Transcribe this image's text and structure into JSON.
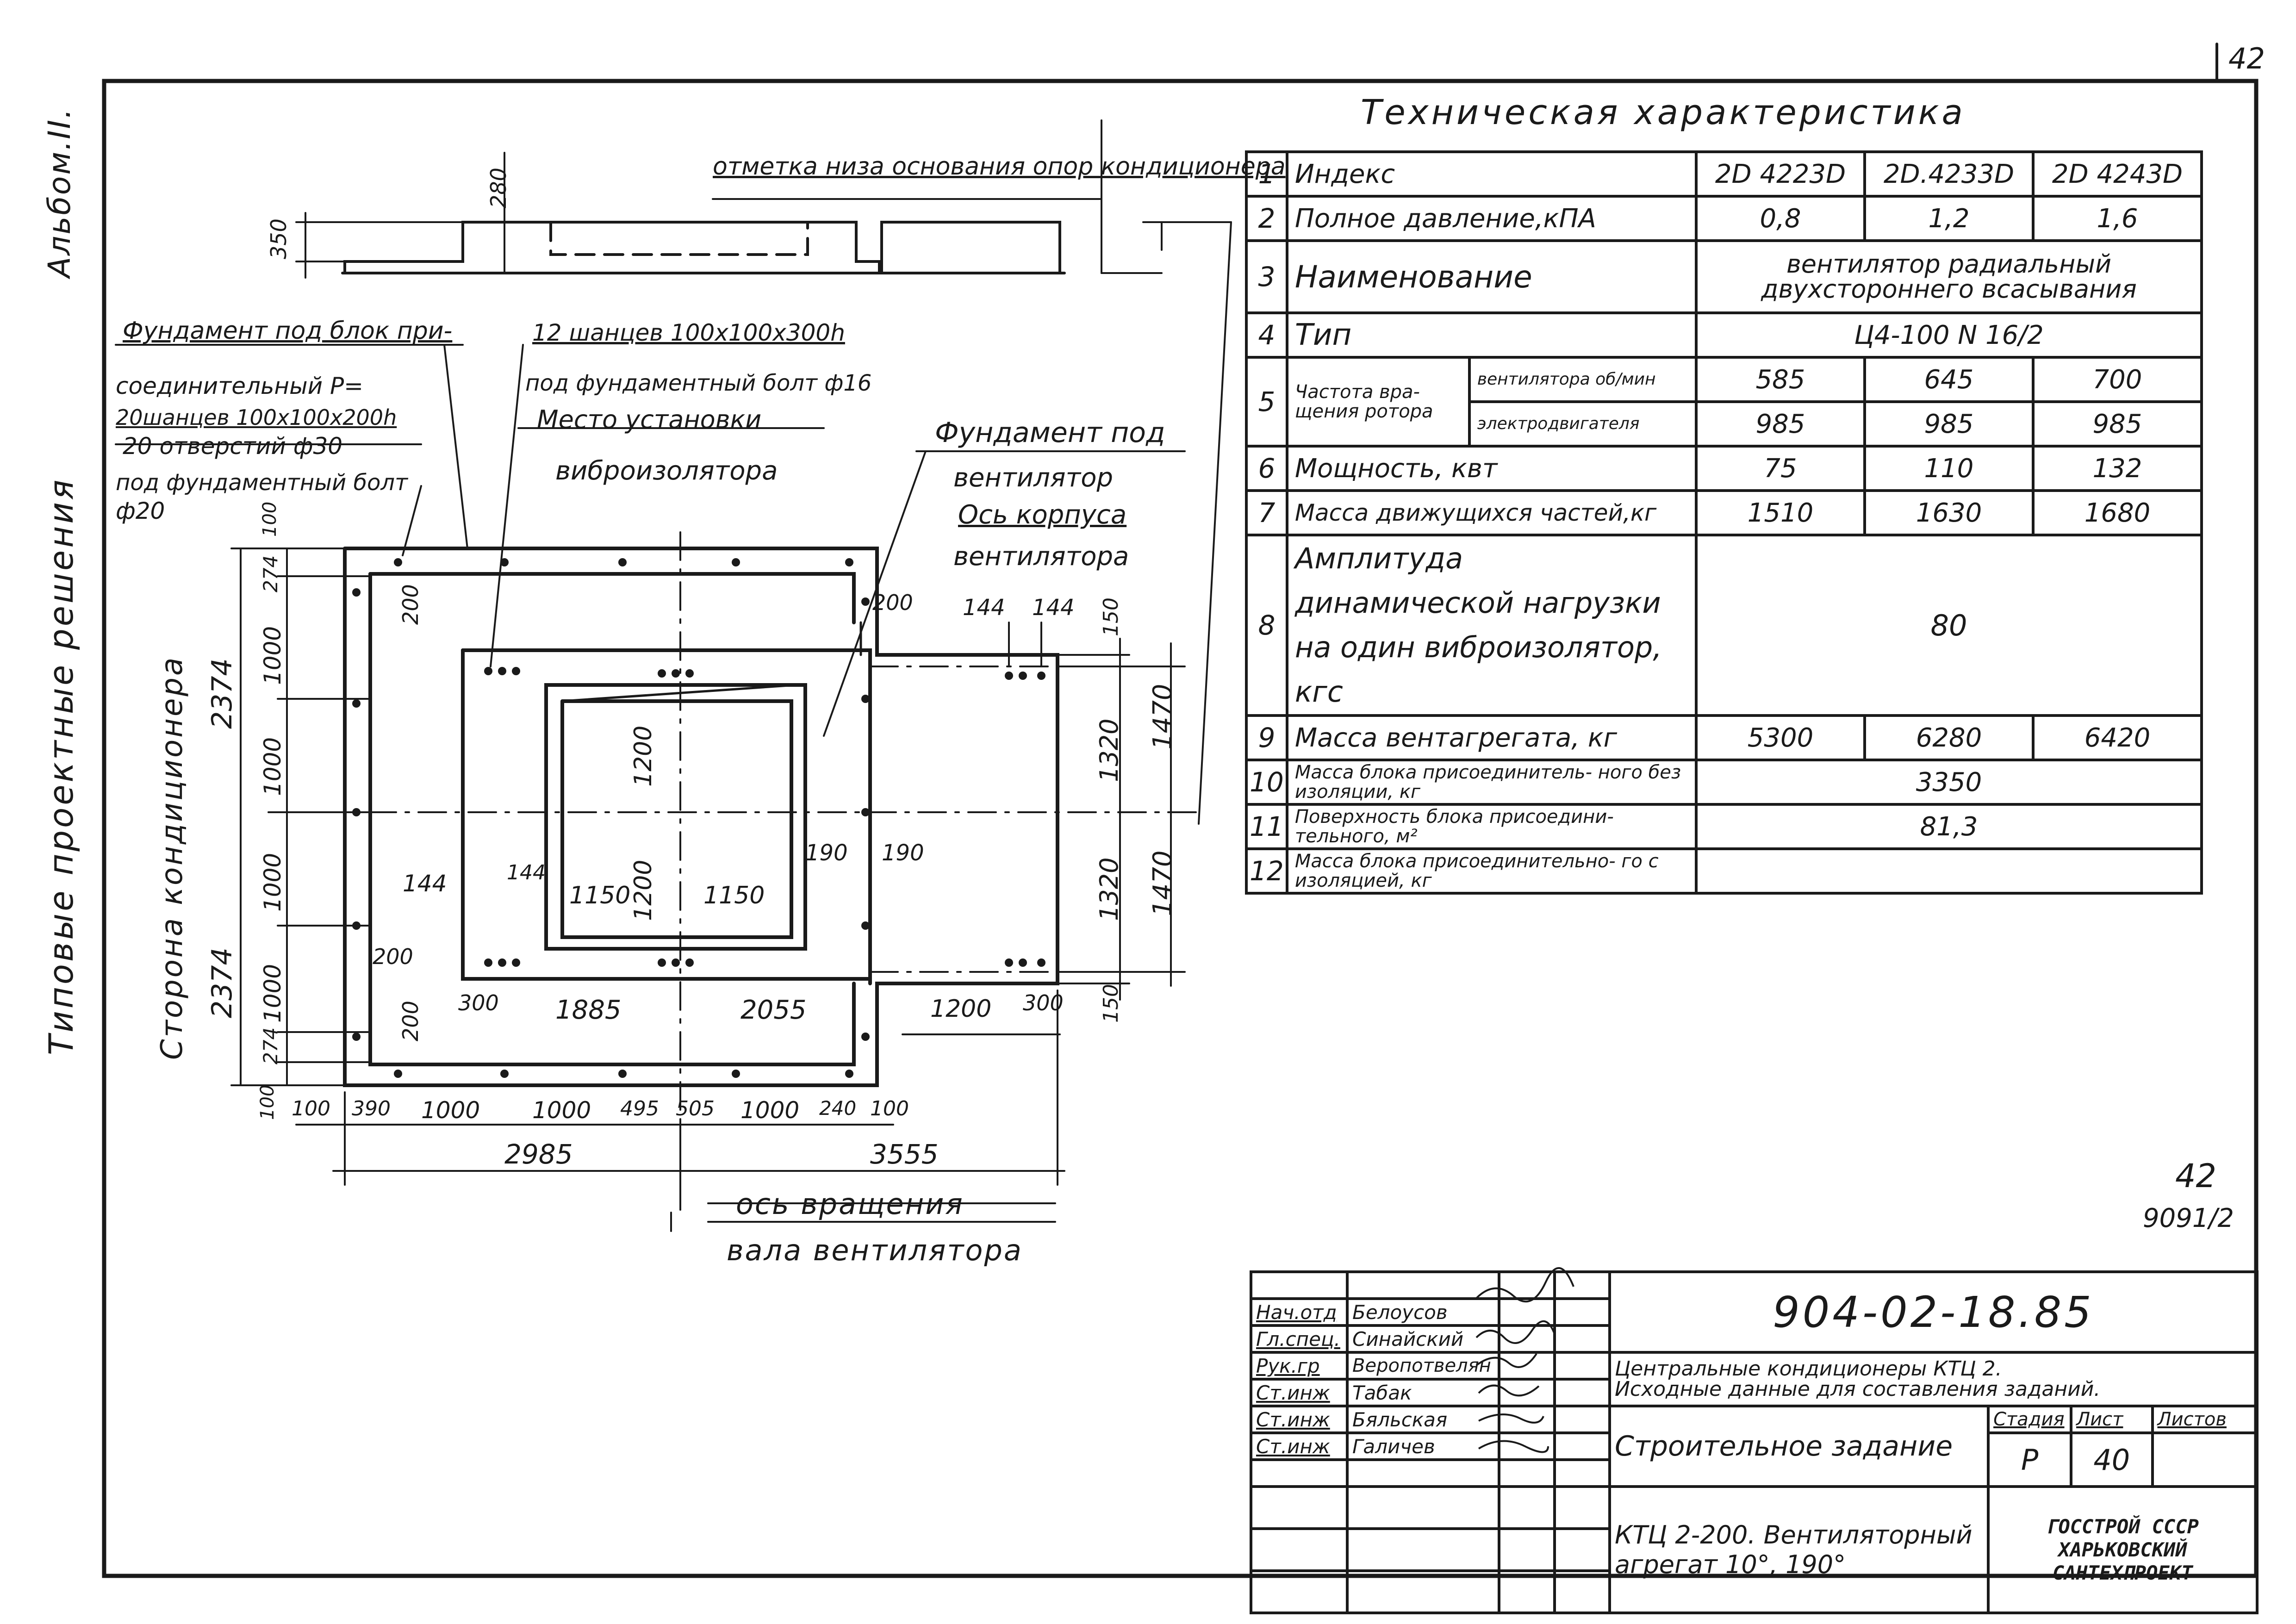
{
  "page_number": "42",
  "album": "Альбом.II.",
  "series": "Типовые проектные решения",
  "side_label": "Сторона кондиционера",
  "sheet_ref": {
    "num": "42",
    "code": "9091/2"
  },
  "tech": {
    "title": "Техническая характеристика",
    "rows": [
      {
        "n": "1",
        "name": "Индекс",
        "vals": [
          "2D 4223D",
          "2D.4233D",
          "2D 4243D"
        ]
      },
      {
        "n": "2",
        "name": "Полное давление,кПА",
        "vals": [
          "0,8",
          "1,2",
          "1,6"
        ]
      },
      {
        "n": "3",
        "name": "Наименование",
        "merged": "вентилятор радиальный двухстороннего всасывания"
      },
      {
        "n": "4",
        "name": "Тип",
        "merged": "Ц4-100 N 16/2"
      },
      {
        "n": "5",
        "name": "Частота вра- щения ротора",
        "sub": [
          {
            "label": "вентилятора об/мин",
            "vals": [
              "585",
              "645",
              "700"
            ]
          },
          {
            "label": "электродвигателя",
            "vals": [
              "985",
              "985",
              "985"
            ]
          }
        ]
      },
      {
        "n": "6",
        "name": "Мощность, квт",
        "vals": [
          "75",
          "110",
          "132"
        ]
      },
      {
        "n": "7",
        "name": "Масса движущихся частей,кг",
        "vals": [
          "1510",
          "1630",
          "1680"
        ]
      },
      {
        "n": "8",
        "name": "Амплитуда динамической нагрузки на один виброизолятор, кгс",
        "merged": "80"
      },
      {
        "n": "9",
        "name": "Масса вентагрегата, кг",
        "vals": [
          "5300",
          "6280",
          "6420"
        ]
      },
      {
        "n": "10",
        "name": "Масса блока присоединитель- ного без изоляции, кг",
        "merged": "3350"
      },
      {
        "n": "11",
        "name": "Поверхность блока присоедини- тельного, м²",
        "merged": "81,3"
      },
      {
        "n": "12",
        "name": "Масса блока присоединительно- го с изоляцией, кг",
        "merged": ""
      }
    ]
  },
  "notes": {
    "elevation": "отметка низа основания опор кондиционера",
    "found_block": "Фундамент под блок при-",
    "found_block2": "соединительный P=",
    "found_block3": "20шанцев 100х100х200h",
    "found_block4": "20 отверстий ф30",
    "found_block5": "под фундаментный болт",
    "found_block6": "ф20",
    "anchors": "12 шанцев 100х100х300h",
    "anchors2": "под фундаментный болт ф16",
    "mount": "Место установки",
    "mount2": "виброизолятора",
    "fan_found": "Фундамент под",
    "fan_found2": "вентилятор",
    "axis": "Ось корпуса",
    "axis2": "вентилятора",
    "rotation": "ось вращения",
    "rotation2": "вала вентилятора"
  },
  "dims": {
    "top_280": "280",
    "top_350": "350",
    "left_2374a": "2374",
    "left_2374b": "2374",
    "l_100a": "100",
    "l_274a": "274",
    "l_1000a": "1000",
    "l_1000b": "1000",
    "l_1000c": "1000",
    "l_1000d": "1000",
    "l_274b": "274",
    "l_100b": "100",
    "in_200a": "200",
    "in_200b": "200",
    "in_200c": "200",
    "in_200d": "200",
    "in_1200a": "1200",
    "in_1200b": "1200",
    "in_144a": "144",
    "in_144b": "144",
    "in_144c": "144",
    "in_144d": "144",
    "in_1150a": "1150",
    "in_1150b": "1150",
    "in_190a": "190",
    "in_190b": "190",
    "in_300a": "300",
    "in_1885": "1885",
    "in_2055": "2055",
    "in_1200c": "1200",
    "in_300b": "300",
    "r_150a": "150",
    "r_1320a": "1320",
    "r_1320b": "1320",
    "r_150b": "150",
    "r_1470a": "1470",
    "r_1470b": "1470",
    "b_100a": "100",
    "b_390": "390",
    "b_1000a": "1000",
    "b_1000b": "1000",
    "b_495": "495",
    "b_505": "505",
    "b_1000c": "1000",
    "b_240": "240",
    "b_100b": "100",
    "b_2985": "2985",
    "b_3555": "3555"
  },
  "title_block": {
    "code": "904-02-18.85",
    "roles": [
      {
        "role": "Нач.отд",
        "name": "Белоусов"
      },
      {
        "role": "Гл.спец.",
        "name": "Синайский"
      },
      {
        "role": "Рук.гр",
        "name": "Веропотвелян"
      },
      {
        "role": "Ст.инж",
        "name": "Табак"
      },
      {
        "role": "Ст.инж",
        "name": "Бяльская"
      },
      {
        "role": "Ст.инж",
        "name": "Галичев"
      }
    ],
    "desc1": "Центральные кондиционеры КТЦ 2.",
    "desc2": "Исходные данные для составления заданий.",
    "stage_h": "Стадия",
    "sheet_h": "Лист",
    "sheets_h": "Листов",
    "task": "Строительное задание",
    "stage": "Р",
    "sheet": "40",
    "sheets": "",
    "subject": "КТЦ 2-200. Вентиляторный агрегат 10°, 190°",
    "org1": "ГОССТРОЙ СССР",
    "org2": "ХАРЬКОВСКИЙ",
    "org3": "САНТЕХПРОЕКТ"
  }
}
